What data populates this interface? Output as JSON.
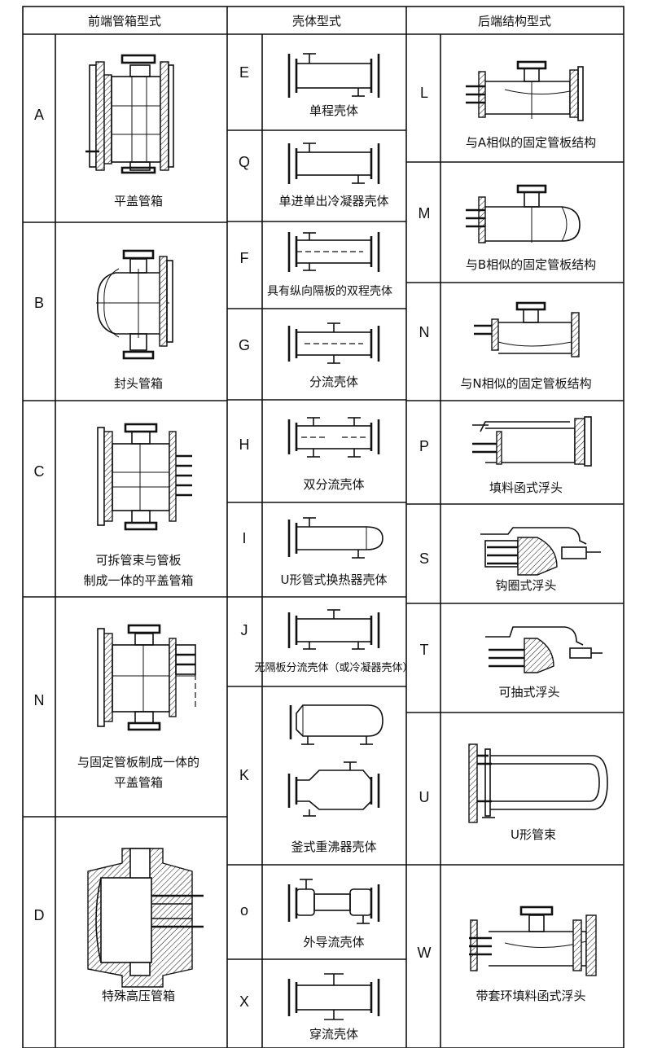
{
  "headers": {
    "front": "前端管箱型式",
    "shell": "壳体型式",
    "rear": "后端结构型式"
  },
  "front": [
    {
      "code": "A",
      "lines": [
        "平盖管箱"
      ],
      "icon": "flat-cover-channel-icon"
    },
    {
      "code": "B",
      "lines": [
        "封头管箱"
      ],
      "icon": "bonnet-channel-icon"
    },
    {
      "code": "C",
      "lines": [
        "可拆管束与管板",
        "制成一体的平盖管箱"
      ],
      "icon": "removable-bundle-channel-icon"
    },
    {
      "code": "N",
      "lines": [
        "与固定管板制成一体的",
        "平盖管箱"
      ],
      "icon": "integral-tubesheet-channel-icon"
    },
    {
      "code": "D",
      "lines": [
        "特殊高压管箱"
      ],
      "icon": "high-pressure-channel-icon"
    }
  ],
  "shell": [
    {
      "code": "E",
      "lines": [
        "单程壳体"
      ],
      "icon": "one-pass-shell-icon"
    },
    {
      "code": "Q",
      "lines": [
        "单进单出冷凝器壳体"
      ],
      "icon": "condenser-shell-icon"
    },
    {
      "code": "F",
      "lines": [
        "具有纵向隔板的双程壳体"
      ],
      "icon": "two-pass-shell-icon"
    },
    {
      "code": "G",
      "lines": [
        "分流壳体"
      ],
      "icon": "split-flow-shell-icon"
    },
    {
      "code": "H",
      "lines": [
        "双分流壳体"
      ],
      "icon": "double-split-flow-shell-icon"
    },
    {
      "code": "I",
      "lines": [
        "U形管式换热器壳体"
      ],
      "icon": "u-tube-shell-icon"
    },
    {
      "code": "J",
      "lines": [
        "无隔板分流壳体（或冷凝器壳体）"
      ],
      "icon": "divided-flow-shell-icon"
    },
    {
      "code": "K",
      "lines": [
        "釜式重沸器壳体"
      ],
      "icon": "kettle-reboiler-shell-icon"
    },
    {
      "code": "o",
      "lines": [
        "外导流壳体"
      ],
      "icon": "external-baffle-shell-icon"
    },
    {
      "code": "X",
      "lines": [
        "穿流壳体"
      ],
      "icon": "cross-flow-shell-icon"
    }
  ],
  "rear": [
    {
      "code": "L",
      "lines": [
        "与A相似的固定管板结构"
      ],
      "icon": "fixed-tubesheet-a-icon"
    },
    {
      "code": "M",
      "lines": [
        "与B相似的固定管板结构"
      ],
      "icon": "fixed-tubesheet-b-icon"
    },
    {
      "code": "N",
      "lines": [
        "与N相似的固定管板结构"
      ],
      "icon": "fixed-tubesheet-n-icon"
    },
    {
      "code": "P",
      "lines": [
        "填料函式浮头"
      ],
      "icon": "packed-floating-head-icon"
    },
    {
      "code": "S",
      "lines": [
        "钩圈式浮头"
      ],
      "icon": "split-ring-floating-head-icon"
    },
    {
      "code": "T",
      "lines": [
        "可抽式浮头"
      ],
      "icon": "pull-through-floating-head-icon"
    },
    {
      "code": "U",
      "lines": [
        "U形管束"
      ],
      "icon": "u-tube-bundle-icon"
    },
    {
      "code": "W",
      "lines": [
        "带套环填料函式浮头"
      ],
      "icon": "lantern-ring-floating-head-icon"
    }
  ]
}
